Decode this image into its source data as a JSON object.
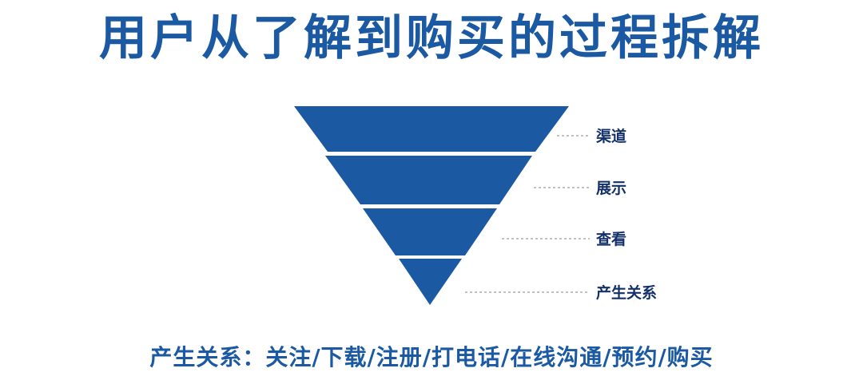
{
  "title": "用户从了解到购买的过程拆解",
  "colors": {
    "primary": "#1b5aa3",
    "funnel_fill": "#1b5aa3",
    "label_text": "#14306a",
    "dash": "#9e9e9e",
    "background": "#ffffff"
  },
  "funnel": {
    "stages": [
      {
        "label": "渠道"
      },
      {
        "label": "展示"
      },
      {
        "label": "查看"
      },
      {
        "label": "产生关系"
      }
    ]
  },
  "footer": {
    "text": "产生关系：关注/下载/注册/打电话/在线沟通/预约/购买"
  }
}
